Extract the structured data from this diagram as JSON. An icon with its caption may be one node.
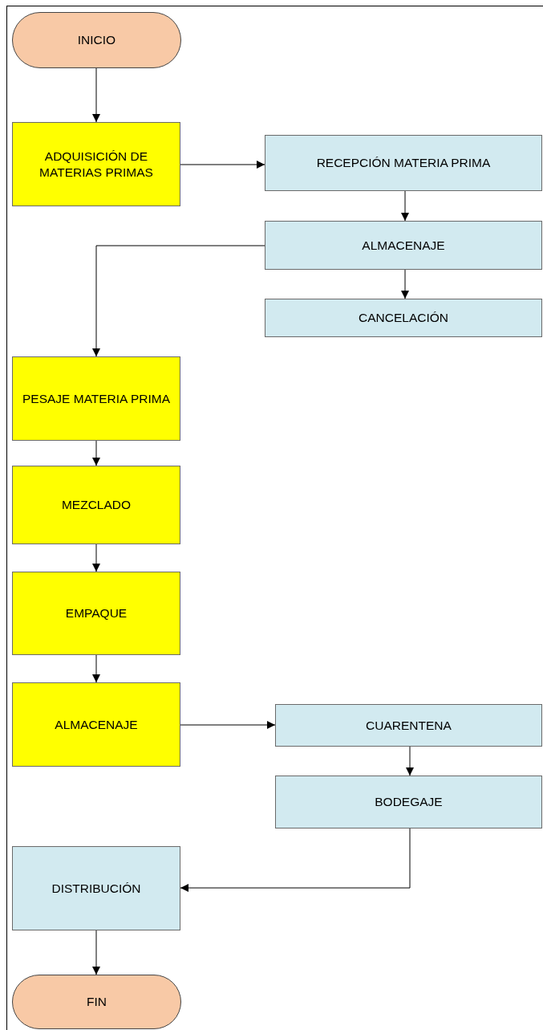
{
  "diagram": {
    "nodes": [
      {
        "text": [
          "INICIO"
        ]
      },
      {
        "text": [
          "ADQUISICIÓN DE MATERIAS PRIMAS"
        ]
      },
      {
        "text": [
          "RECEPCIÓN MATERIA PRIMA"
        ]
      },
      {
        "text": [
          "ALMACENAJE"
        ]
      },
      {
        "text": [
          "CANCELACIÓN"
        ]
      },
      {
        "text": [
          "PESAJE MATERIA PRIMA"
        ]
      },
      {
        "text": [
          "MEZCLADO"
        ]
      },
      {
        "text": [
          "EMPAQUE"
        ]
      },
      {
        "text": [
          "ALMACENAJE"
        ]
      },
      {
        "text": [
          "CUARENTENA"
        ]
      },
      {
        "text": [
          "BODEGAJE"
        ]
      },
      {
        "text": [
          "DISTRIBUCIÓN"
        ]
      },
      {
        "text": [
          "FIN"
        ]
      }
    ],
    "edges": [
      {
        "from": 0,
        "to": 1,
        "arrow": "to"
      },
      {
        "from": 1,
        "to": 2,
        "arrow": "to"
      },
      {
        "from": 2,
        "to": 3,
        "arrow": "to"
      },
      {
        "from": 3,
        "to": 5,
        "arrow": "to"
      },
      {
        "from": 3,
        "to": 4,
        "arrow": "to"
      },
      {
        "from": 5,
        "to": 6,
        "arrow": "to"
      },
      {
        "from": 6,
        "to": 7,
        "arrow": "to"
      },
      {
        "from": 7,
        "to": 8,
        "arrow": "to"
      },
      {
        "from": 8,
        "to": 9,
        "arrow": "to"
      },
      {
        "from": 9,
        "to": 10,
        "arrow": "to"
      },
      {
        "from": 10,
        "to": 11,
        "arrow": "to"
      },
      {
        "from": 11,
        "to": 12,
        "arrow": "to"
      }
    ]
  }
}
